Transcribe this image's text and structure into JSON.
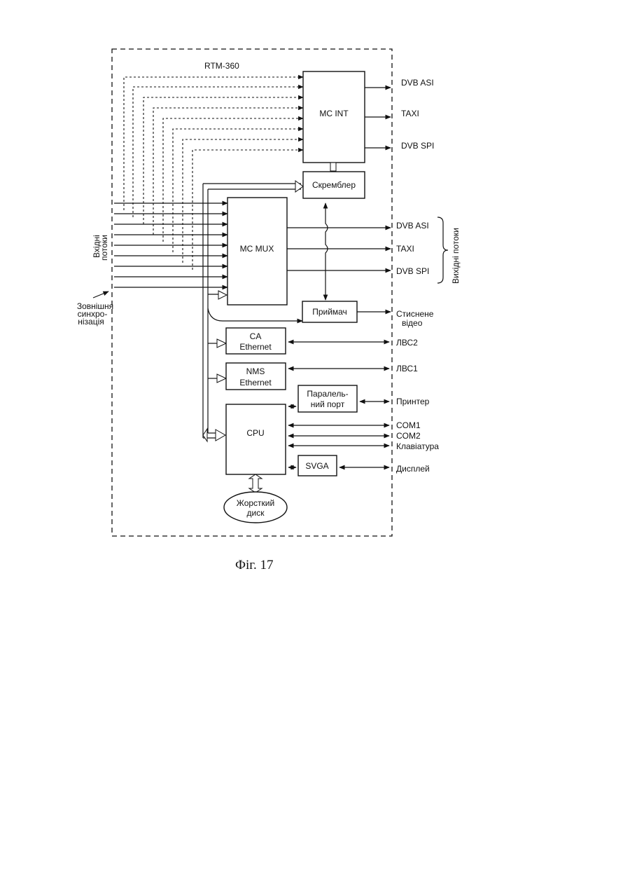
{
  "system_label": "RTM-360",
  "blocks": {
    "mc_int": "MC INT",
    "scrambler": "Скремблер",
    "mc_mux": "MC MUX",
    "receiver": "Приймач",
    "ca_ethernet": [
      "CA",
      "Ethernet"
    ],
    "nms_ethernet": [
      "NMS",
      "Ethernet"
    ],
    "parallel_port": [
      "Паралель-",
      "ний порт"
    ],
    "cpu": "CPU",
    "svga": "SVGA",
    "hard_disk": [
      "Жорсткий",
      "диск"
    ]
  },
  "outputs": {
    "int_asi": "DVB ASI",
    "int_taxi": "TAXI",
    "int_spi": "DVB SPI",
    "mux_asi": "DVB ASI",
    "mux_taxi": "TAXI",
    "mux_spi": "DVB SPI",
    "compressed_video": [
      "Стиснене",
      "відео"
    ],
    "lan2": "ЛВС2",
    "lan1": "ЛВС1",
    "printer": "Принтер",
    "com1": "COM1",
    "com2": "COM2",
    "keyboard": "Клавіатура",
    "display": "Дисплей"
  },
  "side_labels": {
    "input_streams": [
      "Вхідні",
      "потоки"
    ],
    "output_streams": "Вихідні потоки",
    "ext_sync": [
      "Зовнішня",
      "синхро-",
      "нізація"
    ]
  },
  "caption": "Фіг. 17"
}
